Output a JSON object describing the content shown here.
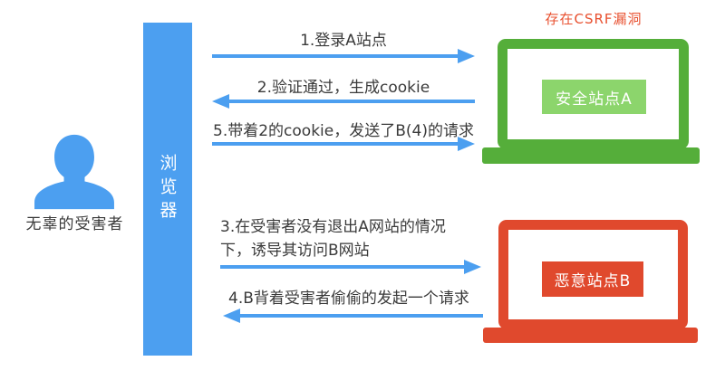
{
  "actor": {
    "label": "无辜的受害者"
  },
  "browser": {
    "label": "浏览器"
  },
  "vuln_note": "存在CSRF漏洞",
  "site_a": {
    "label": "安全站点A"
  },
  "site_b": {
    "label": "恶意站点B"
  },
  "messages": {
    "m1": "1.登录A站点",
    "m2": "2.验证通过，生成cookie",
    "m5": "5.带着2的cookie，发送了B(4)的请求",
    "m3_line1": "3.在受害者没有退出A网站的情况",
    "m3_line2": "下，诱导其访问B网站",
    "m4": "4.B背着受害者偷偷的发起一个请求"
  },
  "colors": {
    "blue": "#4c9ff0",
    "green": "#55ae3a",
    "light_green": "#8cd56c",
    "red": "#e0492d",
    "note_red": "#e8502f",
    "text": "#3a3a3a"
  }
}
